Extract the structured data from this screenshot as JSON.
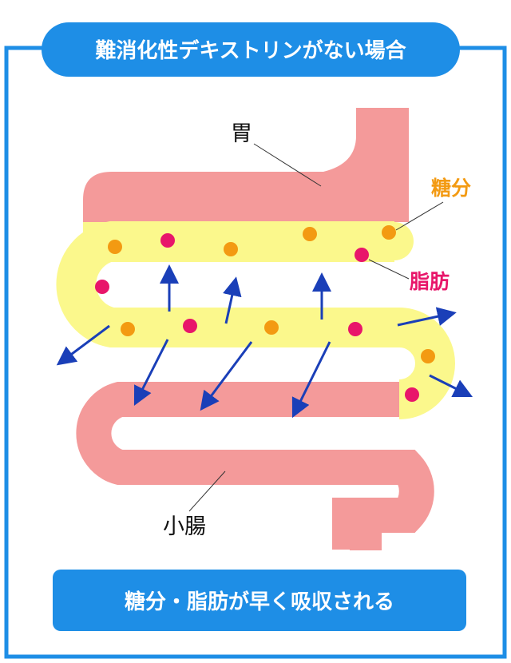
{
  "header": {
    "title": "難消化性デキストリンがない場合"
  },
  "labels": {
    "stomach": "胃",
    "sugar": "糖分",
    "fat": "脂肪",
    "small_intestine": "小腸"
  },
  "footer": {
    "text": "糖分・脂肪が早く吸収される"
  },
  "colors": {
    "frame": "#1e8ee6",
    "header_bg": "#1e8ee6",
    "organ_pink": "#f49a9a",
    "content_yellow": "#fbf88c",
    "sugar_dot": "#f39a12",
    "fat_dot": "#e8166a",
    "arrow": "#1a3fb8",
    "sugar_label": "#f39a12",
    "fat_label": "#e8166a"
  },
  "dots": [
    {
      "kind": "sugar"
    },
    {
      "kind": "fat"
    },
    {
      "kind": "sugar"
    },
    {
      "kind": "sugar"
    },
    {
      "kind": "sugar"
    },
    {
      "kind": "fat"
    },
    {
      "kind": "fat"
    },
    {
      "kind": "sugar"
    },
    {
      "kind": "fat"
    },
    {
      "kind": "sugar"
    },
    {
      "kind": "fat"
    },
    {
      "kind": "sugar"
    },
    {
      "kind": "fat"
    }
  ]
}
